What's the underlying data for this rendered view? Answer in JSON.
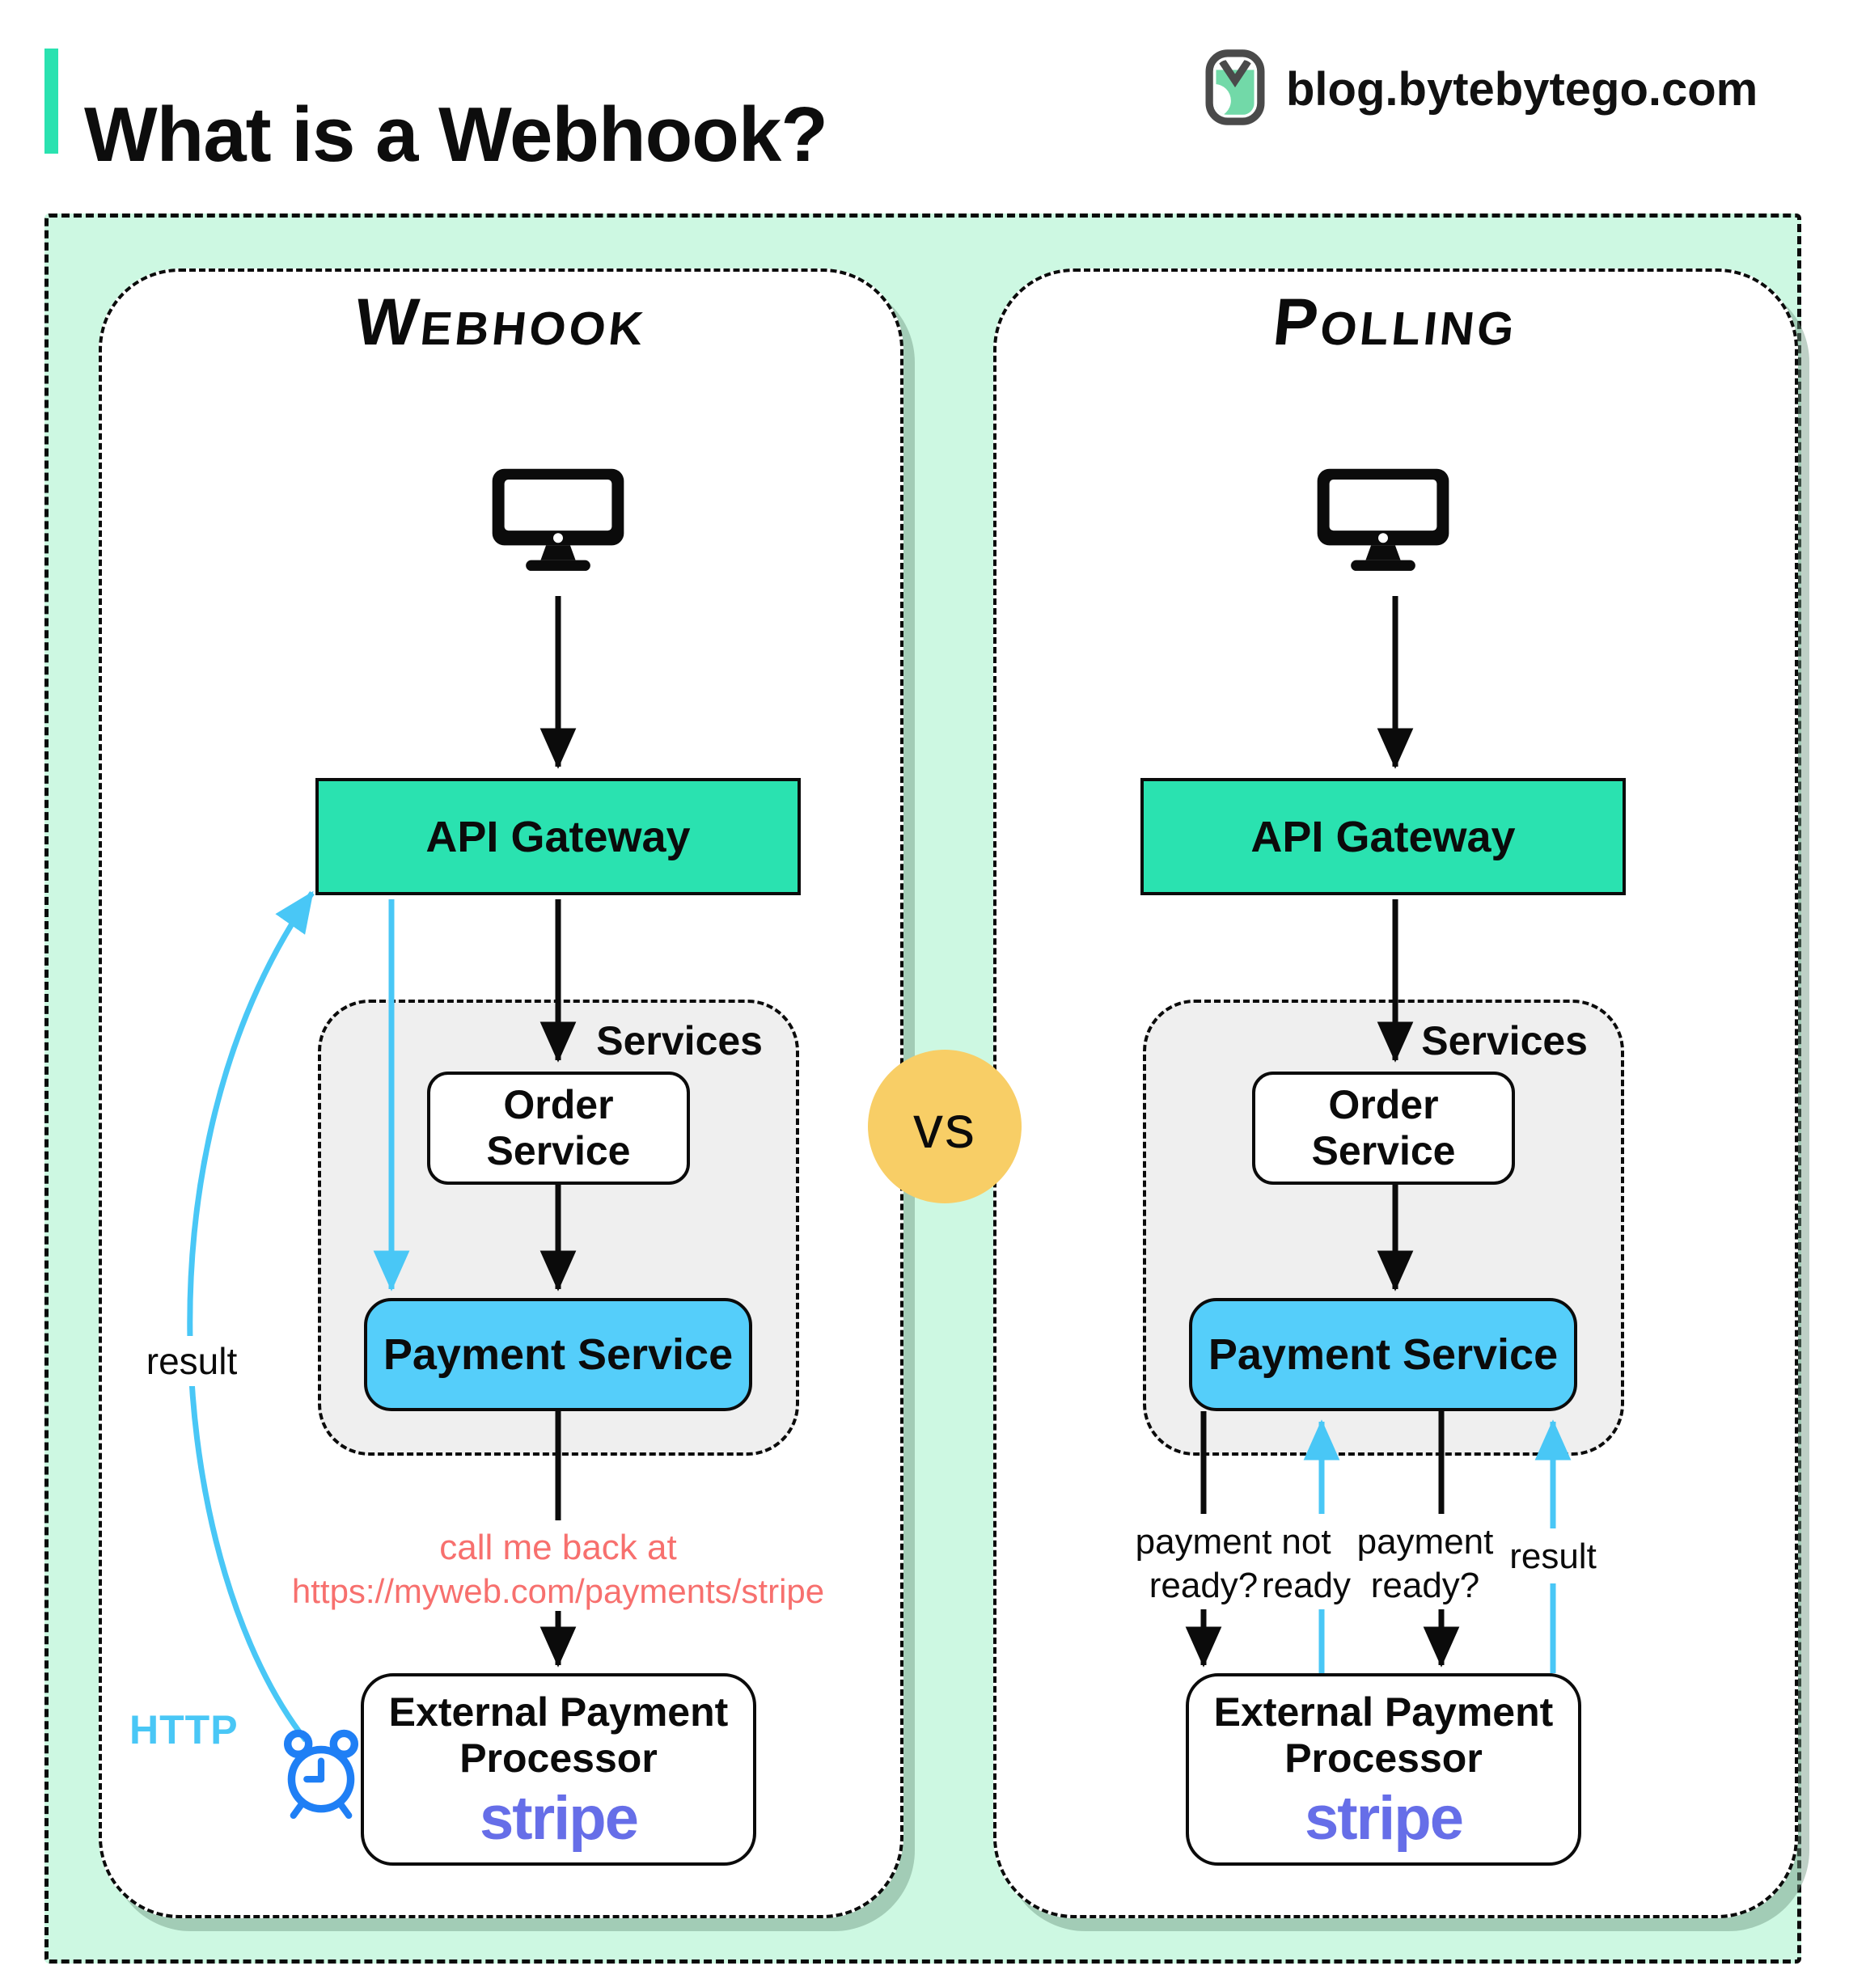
{
  "header": {
    "title": "What is a Webhook?",
    "site": "blog.bytebytego.com"
  },
  "vs_label": "vs",
  "colors": {
    "background": "#CDF8E2",
    "accent_teal": "#2AE2B0",
    "payment_blue": "#55CEFA",
    "arrow_blue": "#49C7F6",
    "callback_red": "#F7706E",
    "stripe_purple": "#666EE8",
    "clock_blue": "#1F7FF5",
    "vs_yellow": "#F8CE66",
    "services_gray": "#EFEFEF"
  },
  "webhook_panel": {
    "title": "Webhook",
    "client_icon": "desktop-computer",
    "api_gateway_label": "API Gateway",
    "services_label": "Services",
    "order_service_label": "Order Service",
    "payment_service_label": "Payment Service",
    "callback_note_line1": "call me back at",
    "callback_note_line2": "https://myweb.com/payments/stripe",
    "result_label": "result",
    "http_label": "HTTP",
    "external_processor_label": "External Payment Processor",
    "external_processor_brand": "stripe"
  },
  "polling_panel": {
    "title": "Polling",
    "client_icon": "desktop-computer",
    "api_gateway_label": "API Gateway",
    "services_label": "Services",
    "order_service_label": "Order Service",
    "payment_service_label": "Payment Service",
    "request1_label": "payment ready?",
    "response1_label": "not ready",
    "request2_label": "payment ready?",
    "response2_label": "result",
    "external_processor_label": "External Payment Processor",
    "external_processor_brand": "stripe"
  }
}
